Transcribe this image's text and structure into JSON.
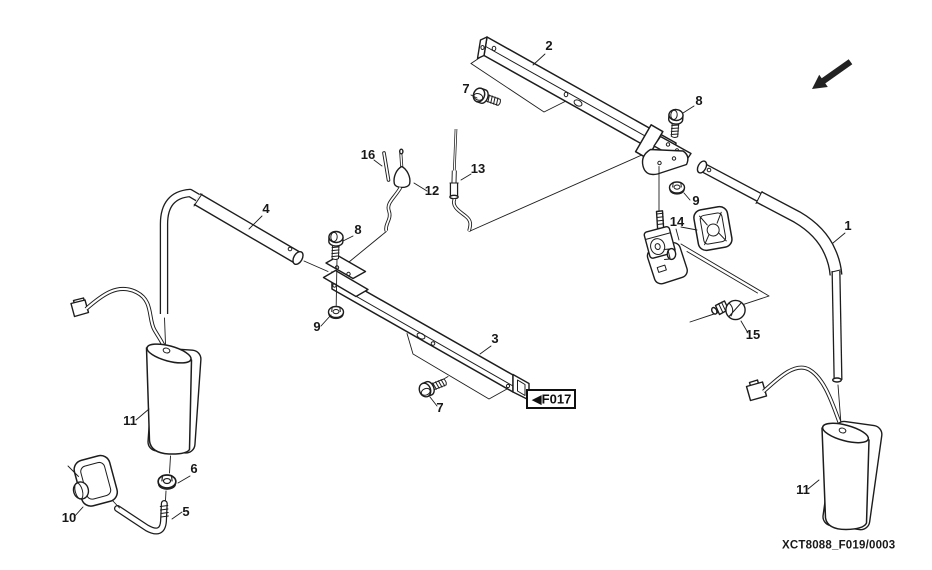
{
  "figure": {
    "background": "#ffffff",
    "ink": "#1d1d1d",
    "ref_box_label": "◀F017",
    "drawing_code": "XCT8088_F019/0003",
    "direction_arrow_icon": "arrow-lower-left"
  },
  "callouts": {
    "n1": "1",
    "n2": "2",
    "n3": "3",
    "n4": "4",
    "n5": "5",
    "n6": "6",
    "n7a": "7",
    "n7b": "7",
    "n8a": "8",
    "n8b": "8",
    "n9a": "9",
    "n9b": "9",
    "n10": "10",
    "n11a": "11",
    "n11b": "11",
    "n12": "12",
    "n13": "13",
    "n14": "14",
    "n15": "15",
    "n16": "16"
  }
}
